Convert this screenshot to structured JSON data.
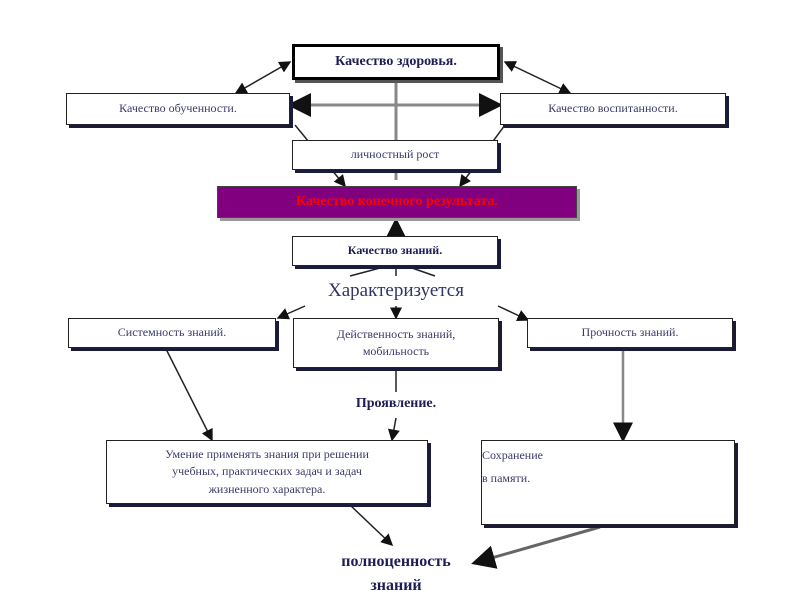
{
  "diagram": {
    "health_quality": "Качество здоровья.",
    "learning_quality": "Качество обученности.",
    "upbringing_quality": "Качество воспитанности.",
    "personal_growth": "личностный рост",
    "final_result_quality": "Качество конечного результата.",
    "knowledge_quality": "Качество знаний.",
    "characterized_by": "Характеризуется",
    "systematic_knowledge": "Системность знаний.",
    "effective_knowledge_line1": "Действенность знаний,",
    "effective_knowledge_line2": "мобильность",
    "durable_knowledge": "Прочность знаний.",
    "manifestation": "Проявление.",
    "application_line1": "Умение применять знания при решении",
    "application_line2": "учебных, практических задач и задач",
    "application_line3": "жизненного характера.",
    "retention_line1": "Сохранение",
    "retention_line2": "в памяти.",
    "completeness_line1": "полноценность",
    "completeness_line2": "знаний"
  },
  "colors": {
    "result_fill": "#800080",
    "result_text": "#ff0000",
    "text": "#333366"
  }
}
